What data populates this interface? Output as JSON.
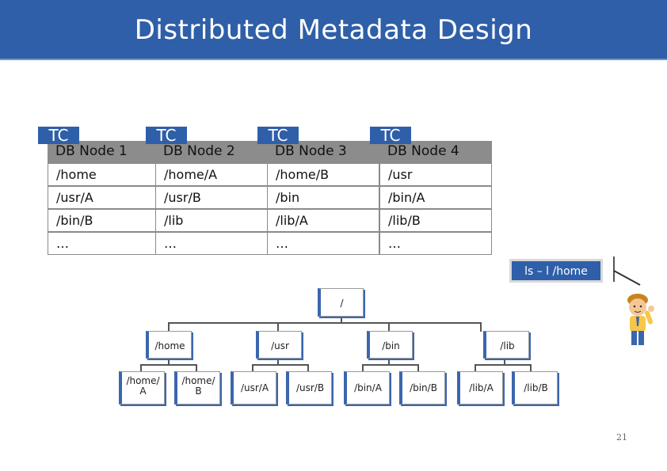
{
  "title": "Distributed Metadata Design",
  "db_nodes": [
    {
      "tc": "TC",
      "name": "DB Node 1",
      "rows": [
        "/home",
        "/usr/A",
        "/bin/B",
        "…"
      ]
    },
    {
      "tc": "TC",
      "name": "DB Node 2",
      "rows": [
        "/home/A",
        "/usr/B",
        "/lib",
        "…"
      ]
    },
    {
      "tc": "TC",
      "name": "DB Node 3",
      "rows": [
        "/home/B",
        "/bin",
        "/lib/A",
        "…"
      ]
    },
    {
      "tc": "TC",
      "name": "DB Node 4",
      "rows": [
        "/usr",
        "/bin/A",
        "/lib/B",
        "…"
      ]
    }
  ],
  "command": "ls – l /home",
  "tree": {
    "root": "/",
    "level1": [
      "/home",
      "/usr",
      "/bin",
      "/lib"
    ],
    "level2": [
      "/home/ A",
      "/home/ B",
      "/usr/A",
      "/usr/B",
      "/bin/A",
      "/bin/B",
      "/lib/A",
      "/lib/B"
    ]
  },
  "page_number": "21",
  "colors": {
    "header": "#2f5fa8",
    "db_header": "#8c8c8c",
    "accent": "#3a66ad"
  },
  "icons": [
    "person-icon"
  ]
}
